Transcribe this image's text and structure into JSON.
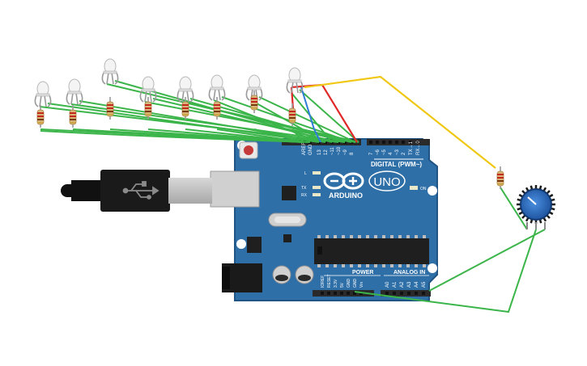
{
  "board": {
    "brand": "ARDUINO",
    "model": "UNO",
    "digital_label": "DIGITAL (PWM~)",
    "analog_label": "ANALOG IN",
    "power_label": "POWER",
    "on_label": "ON",
    "led_labels": [
      "L",
      "TX",
      "RX"
    ],
    "top_pins": [
      "AREF",
      "GND",
      "13",
      "12",
      "~11",
      "~10",
      "~9",
      "8",
      "7",
      "~6",
      "~5",
      "4",
      "~3",
      "2",
      "TX→1",
      "RX←0"
    ],
    "power_pins": [
      "IOREF",
      "RESET",
      "3.3V",
      "5V",
      "GND",
      "GND",
      "Vin"
    ],
    "analog_pins": [
      "A0",
      "A1",
      "A2",
      "A3",
      "A4",
      "A5"
    ]
  },
  "components": {
    "leds": [
      "led-1",
      "led-2",
      "led-3",
      "led-4",
      "led-5",
      "led-6",
      "led-7",
      "led-8"
    ],
    "resistors": 9,
    "potentiometer": "potentiometer-knob",
    "usb": "usb-b-cable"
  },
  "colors": {
    "board": "#2e6fa8",
    "board_dark": "#1f5485",
    "wire_green": "#3bb54a",
    "wire_red": "#e02a2a",
    "wire_blue": "#2e7dd6",
    "wire_yellow": "#f0c814",
    "header": "#2a2a2a",
    "resistor_body": "#d9b57a"
  }
}
